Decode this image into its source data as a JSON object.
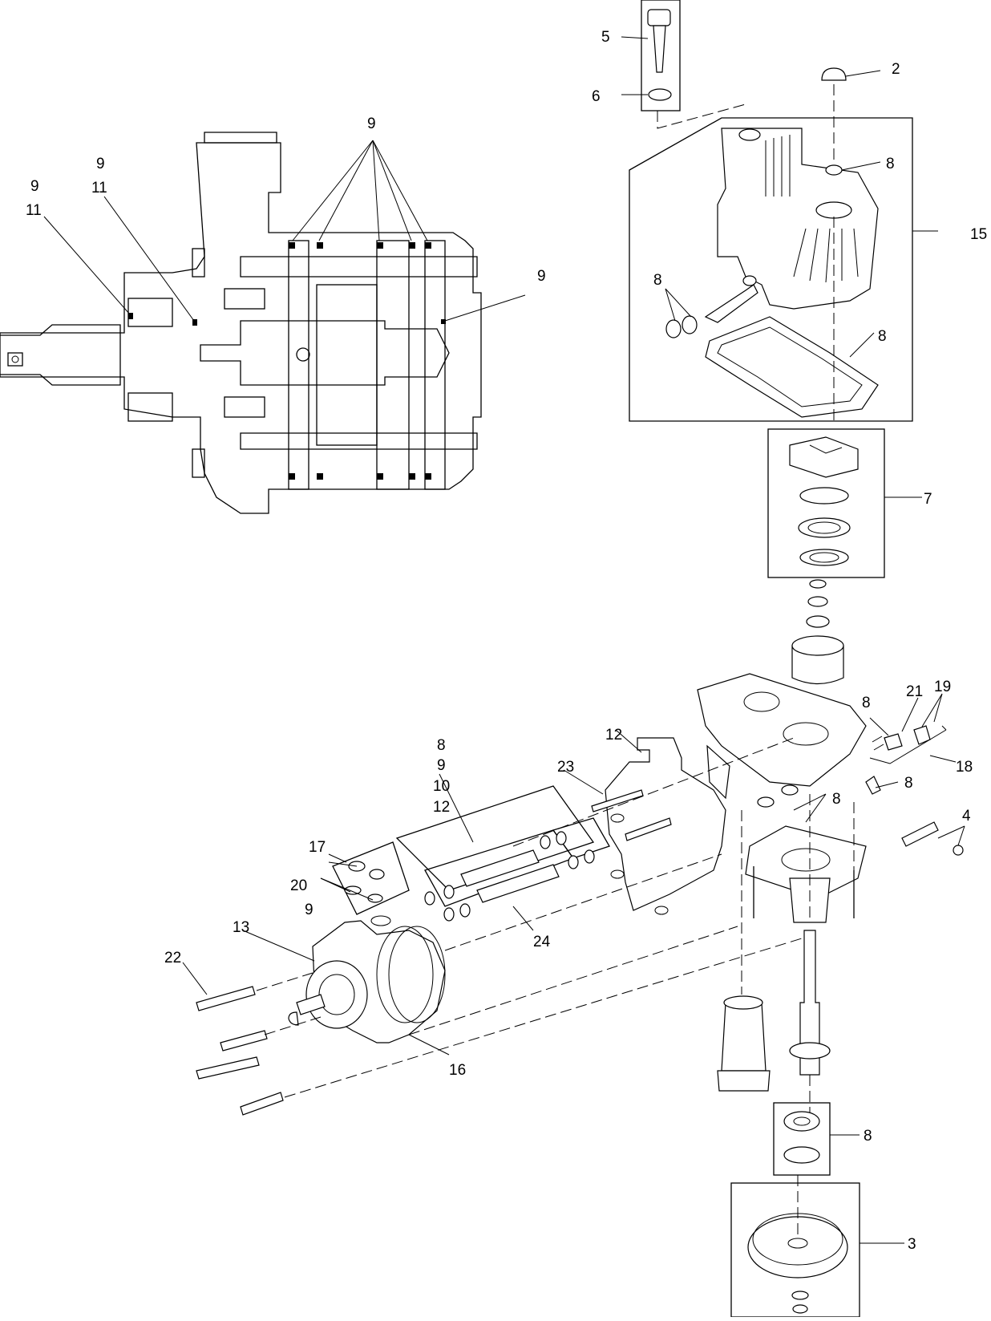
{
  "callouts": [
    {
      "id": "c1",
      "text": "9"
    },
    {
      "id": "c2",
      "text": "9"
    },
    {
      "id": "c3",
      "text": "11"
    },
    {
      "id": "c4",
      "text": "9"
    },
    {
      "id": "c5",
      "text": "11"
    },
    {
      "id": "c6",
      "text": "9"
    },
    {
      "id": "c7",
      "text": "5"
    },
    {
      "id": "c8",
      "text": "6"
    },
    {
      "id": "c9",
      "text": "2"
    },
    {
      "id": "c10",
      "text": "8"
    },
    {
      "id": "c11",
      "text": "15"
    },
    {
      "id": "c12",
      "text": "8"
    },
    {
      "id": "c13",
      "text": "8"
    },
    {
      "id": "c14",
      "text": "7"
    },
    {
      "id": "c15",
      "text": "8"
    },
    {
      "id": "c16",
      "text": "21"
    },
    {
      "id": "c17",
      "text": "19"
    },
    {
      "id": "c18",
      "text": "18"
    },
    {
      "id": "c19",
      "text": "8"
    },
    {
      "id": "c20",
      "text": "8"
    },
    {
      "id": "c21",
      "text": "4"
    },
    {
      "id": "c22",
      "text": "12"
    },
    {
      "id": "c23",
      "text": "23"
    },
    {
      "id": "c24",
      "text": "8"
    },
    {
      "id": "c25",
      "text": "9"
    },
    {
      "id": "c26",
      "text": "10"
    },
    {
      "id": "c27",
      "text": "12"
    },
    {
      "id": "c28",
      "text": "17"
    },
    {
      "id": "c29",
      "text": "20"
    },
    {
      "id": "c30",
      "text": "9"
    },
    {
      "id": "c31",
      "text": "13"
    },
    {
      "id": "c32",
      "text": "24"
    },
    {
      "id": "c33",
      "text": "22"
    },
    {
      "id": "c34",
      "text": "16"
    },
    {
      "id": "c35",
      "text": "8"
    },
    {
      "id": "c36",
      "text": "3"
    }
  ]
}
